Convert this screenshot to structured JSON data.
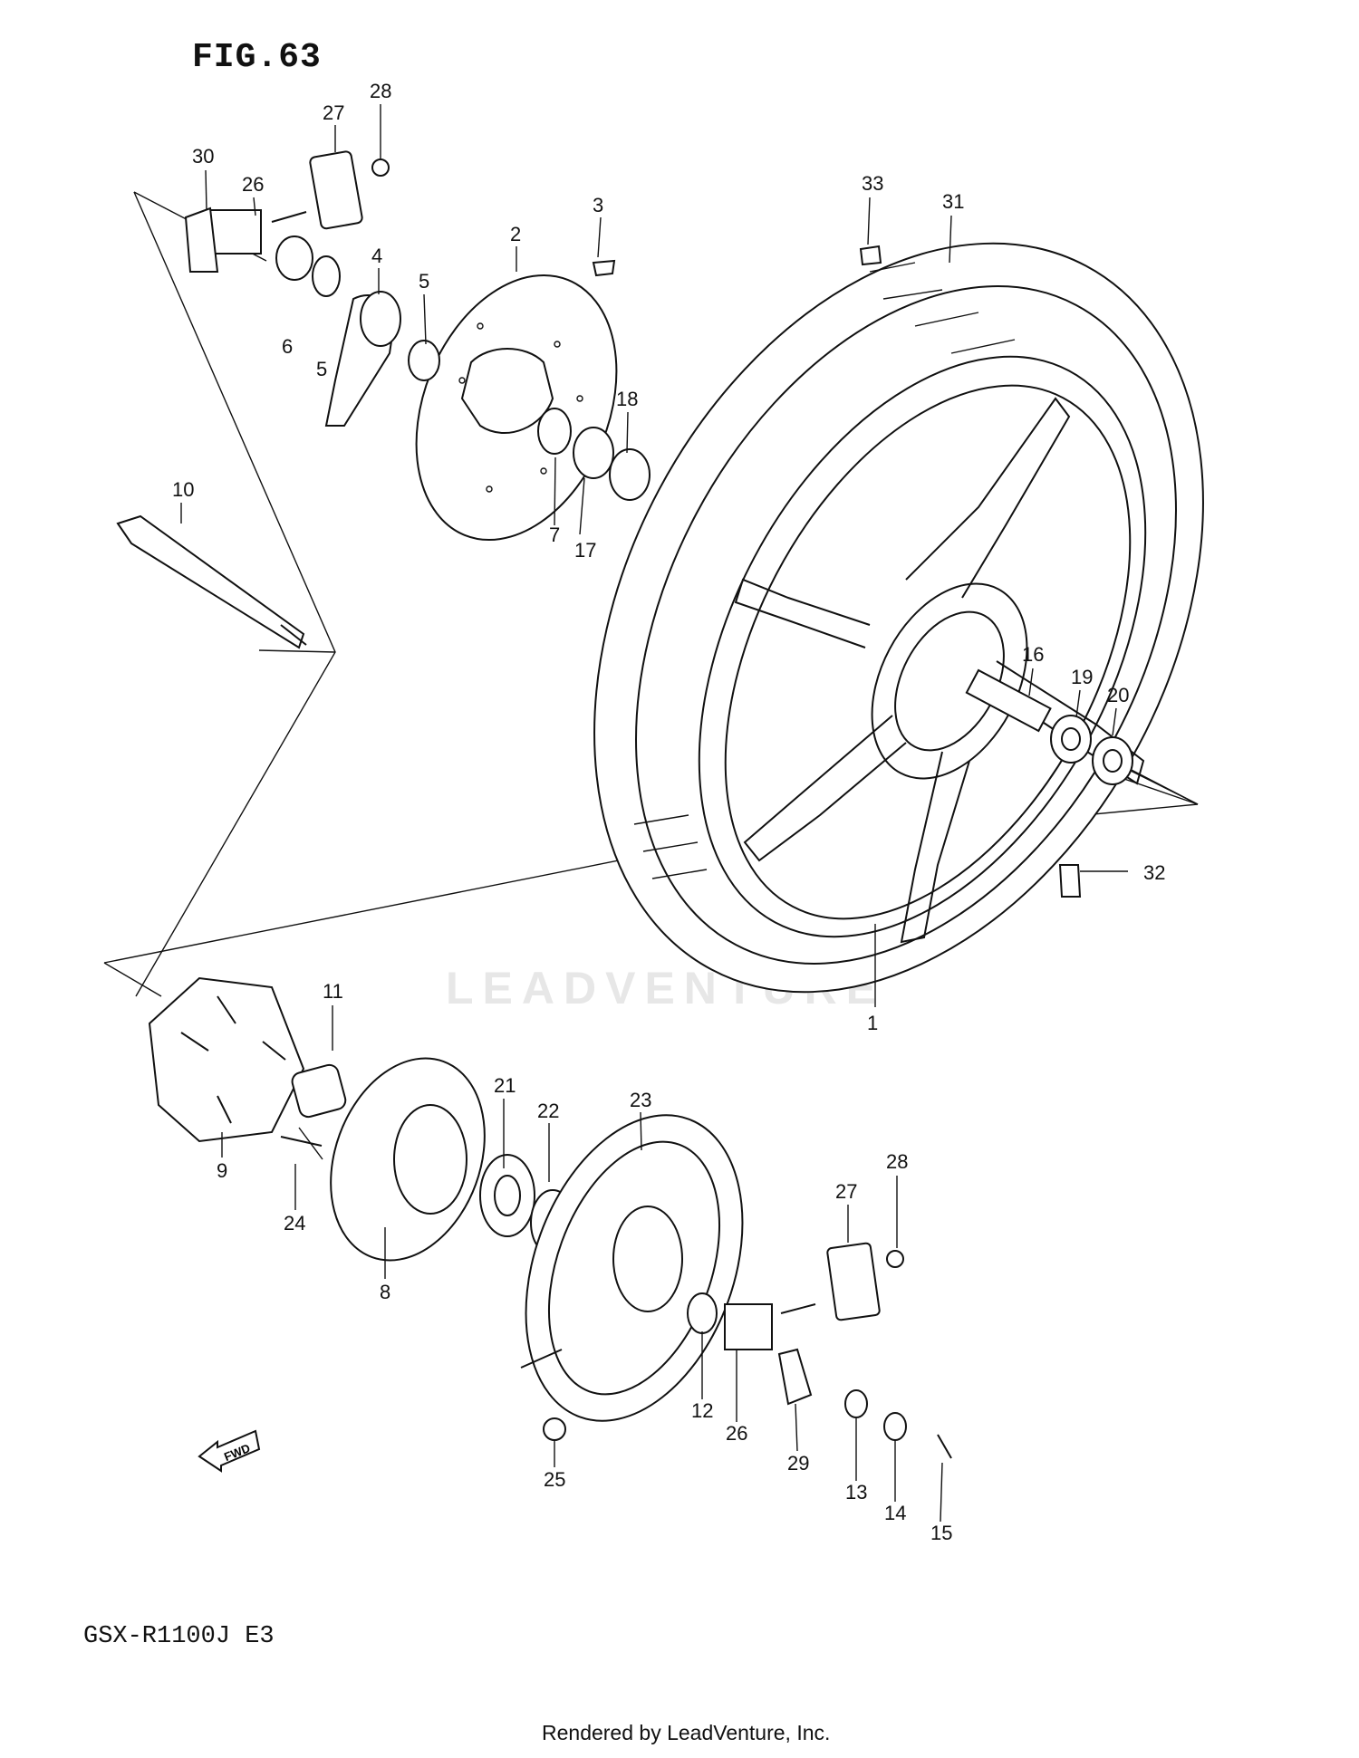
{
  "figure": {
    "title": "FIG.63",
    "model_code": "GSX-R1100J E3"
  },
  "footer": {
    "rendered_by": "Rendered by LeadVenture, Inc."
  },
  "watermark": {
    "text": "LEADVENTURE"
  },
  "icons": {
    "fwd_arrow": "FWD",
    "fwd_arrow_icon": "arrow-left-icon"
  },
  "callouts": [
    "1",
    "2",
    "3",
    "4",
    "5",
    "5",
    "6",
    "7",
    "8",
    "9",
    "10",
    "11",
    "12",
    "13",
    "14",
    "15",
    "16",
    "17",
    "18",
    "19",
    "20",
    "21",
    "22",
    "23",
    "24",
    "25",
    "26",
    "26",
    "27",
    "27",
    "28",
    "28",
    "29",
    "30",
    "31",
    "32",
    "33"
  ]
}
